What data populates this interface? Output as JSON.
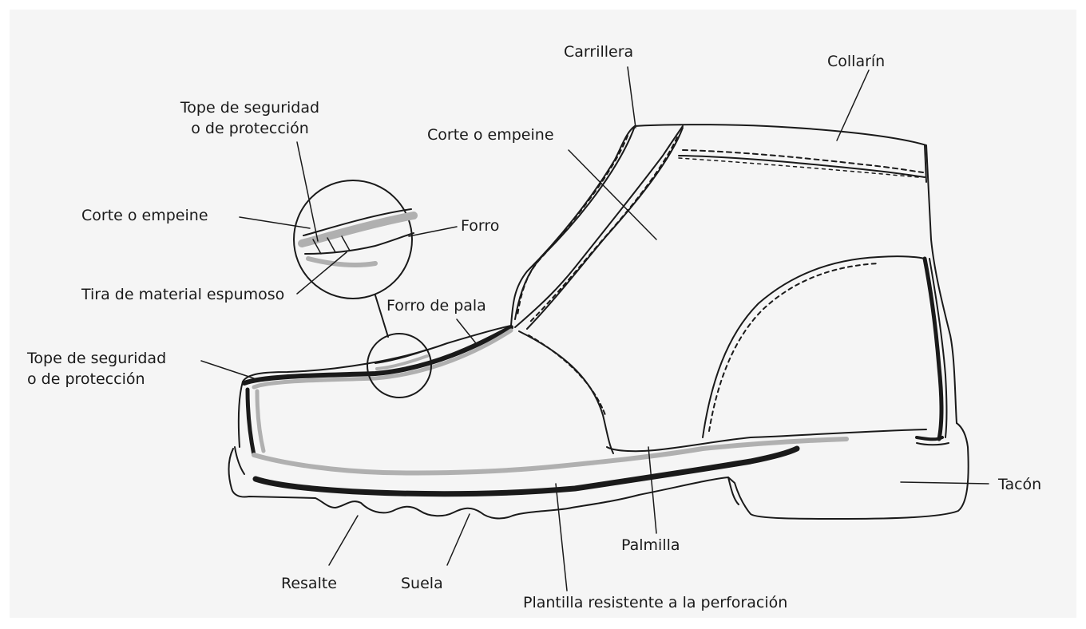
{
  "labels": {
    "tope_zoom": [
      "Tope de seguridad",
      "o de protección"
    ],
    "corte_zoom": "Corte o empeine",
    "forro": "Forro",
    "tira": "Tira de material espumoso",
    "forro_pala": "Forro de pala",
    "tope_main": [
      "Tope de seguridad",
      "o de protección"
    ],
    "carrillera": "Carrillera",
    "collarin": "Collarín",
    "corte_main": "Corte o empeine",
    "tacon": "Tacón",
    "palmilla": "Palmilla",
    "resalte": "Resalte",
    "suela": "Suela",
    "plantilla": "Plantilla resistente a la perforación"
  },
  "colors": {
    "background": "#f5f5f5",
    "line": "#1a1a1a",
    "fill_grey": "#b0b0b0"
  }
}
